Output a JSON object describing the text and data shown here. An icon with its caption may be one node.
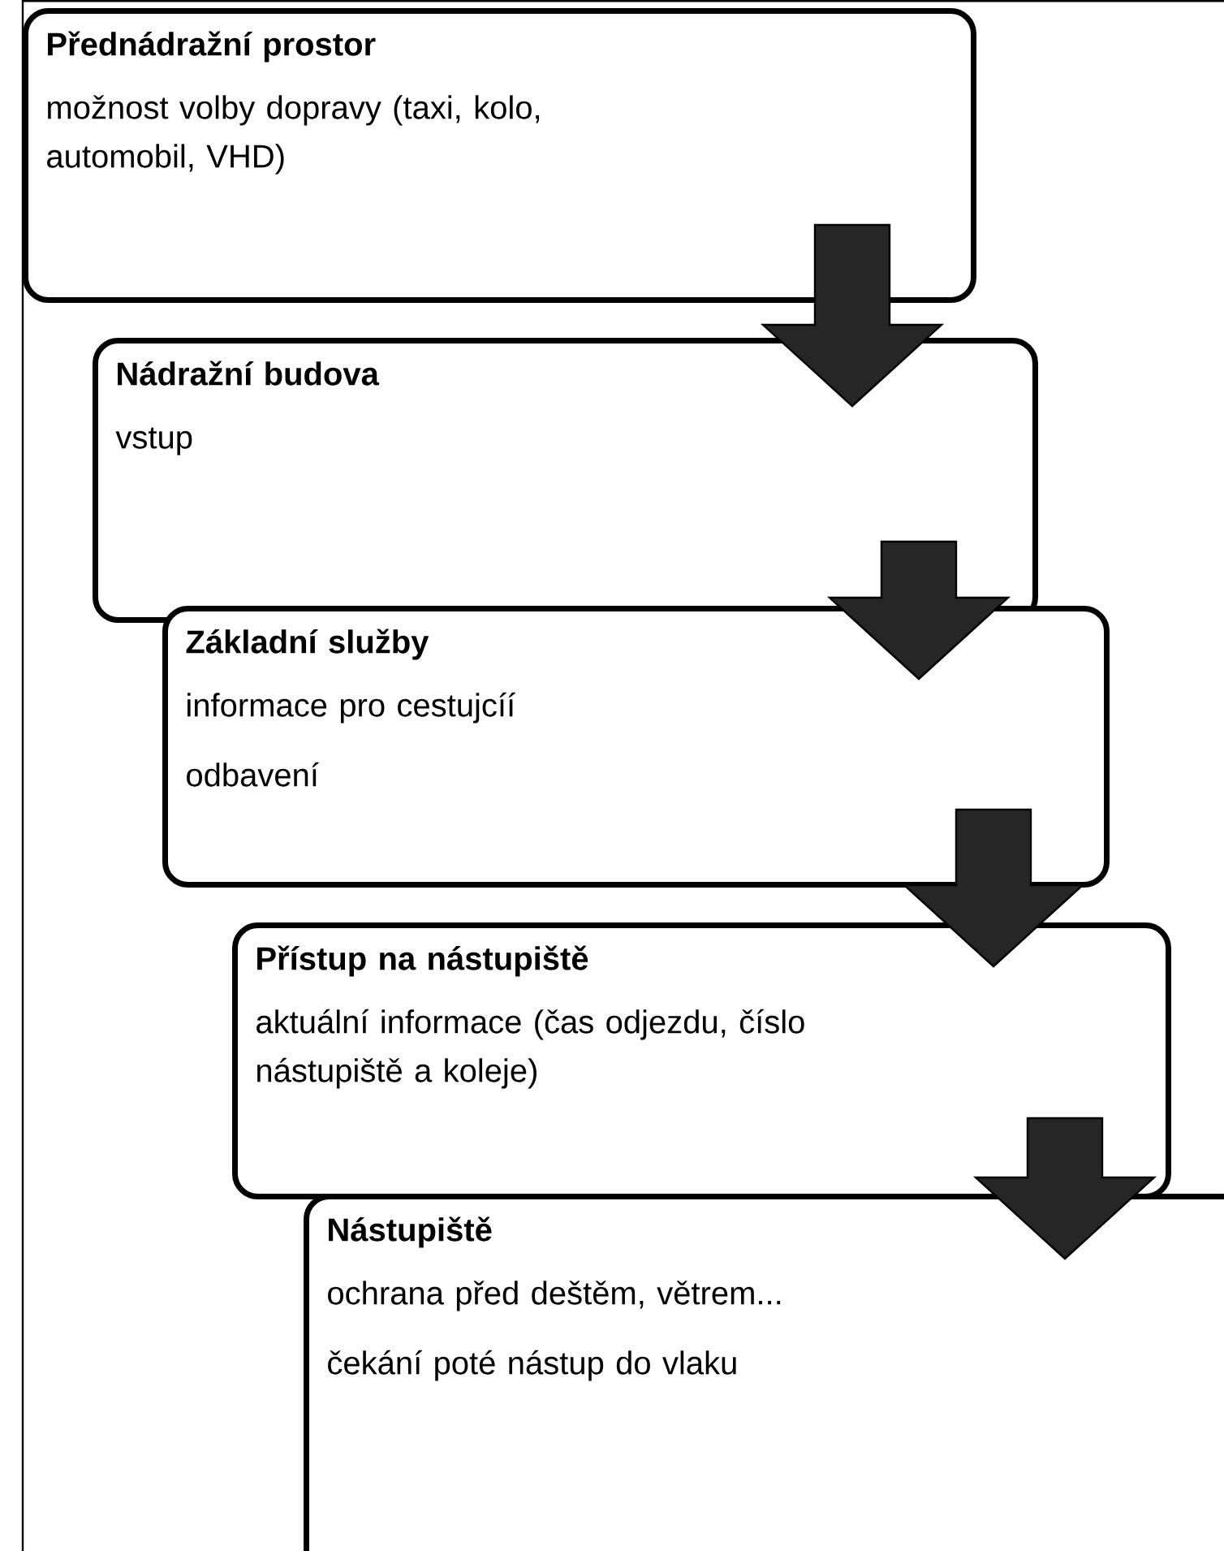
{
  "diagram": {
    "nodes": [
      {
        "text": [
          "**Přednádražní prostor**",
          "možnost volby dopravy (taxi, kolo, automobil, VHD)"
        ]
      },
      {
        "text": [
          "**Nádražní budova**",
          "vstup"
        ]
      },
      {
        "text": [
          "**Základní služby**",
          "informace pro cestujcíí",
          "odbavení"
        ]
      },
      {
        "text": [
          "**Přístup na nástupiště**",
          "aktuální informace (čas odjezdu, číslo nástupiště a koleje)"
        ]
      },
      {
        "text": [
          "**Nástupiště**",
          "ochrana před deštěm, větrem...",
          "čekání poté nástup do vlaku"
        ]
      }
    ],
    "edges": [
      {
        "from": 0,
        "to": 1,
        "arrow": "to"
      },
      {
        "from": 1,
        "to": 2,
        "arrow": "to"
      },
      {
        "from": 2,
        "to": 3,
        "arrow": "to"
      },
      {
        "from": 3,
        "to": 4,
        "arrow": "to"
      }
    ]
  }
}
